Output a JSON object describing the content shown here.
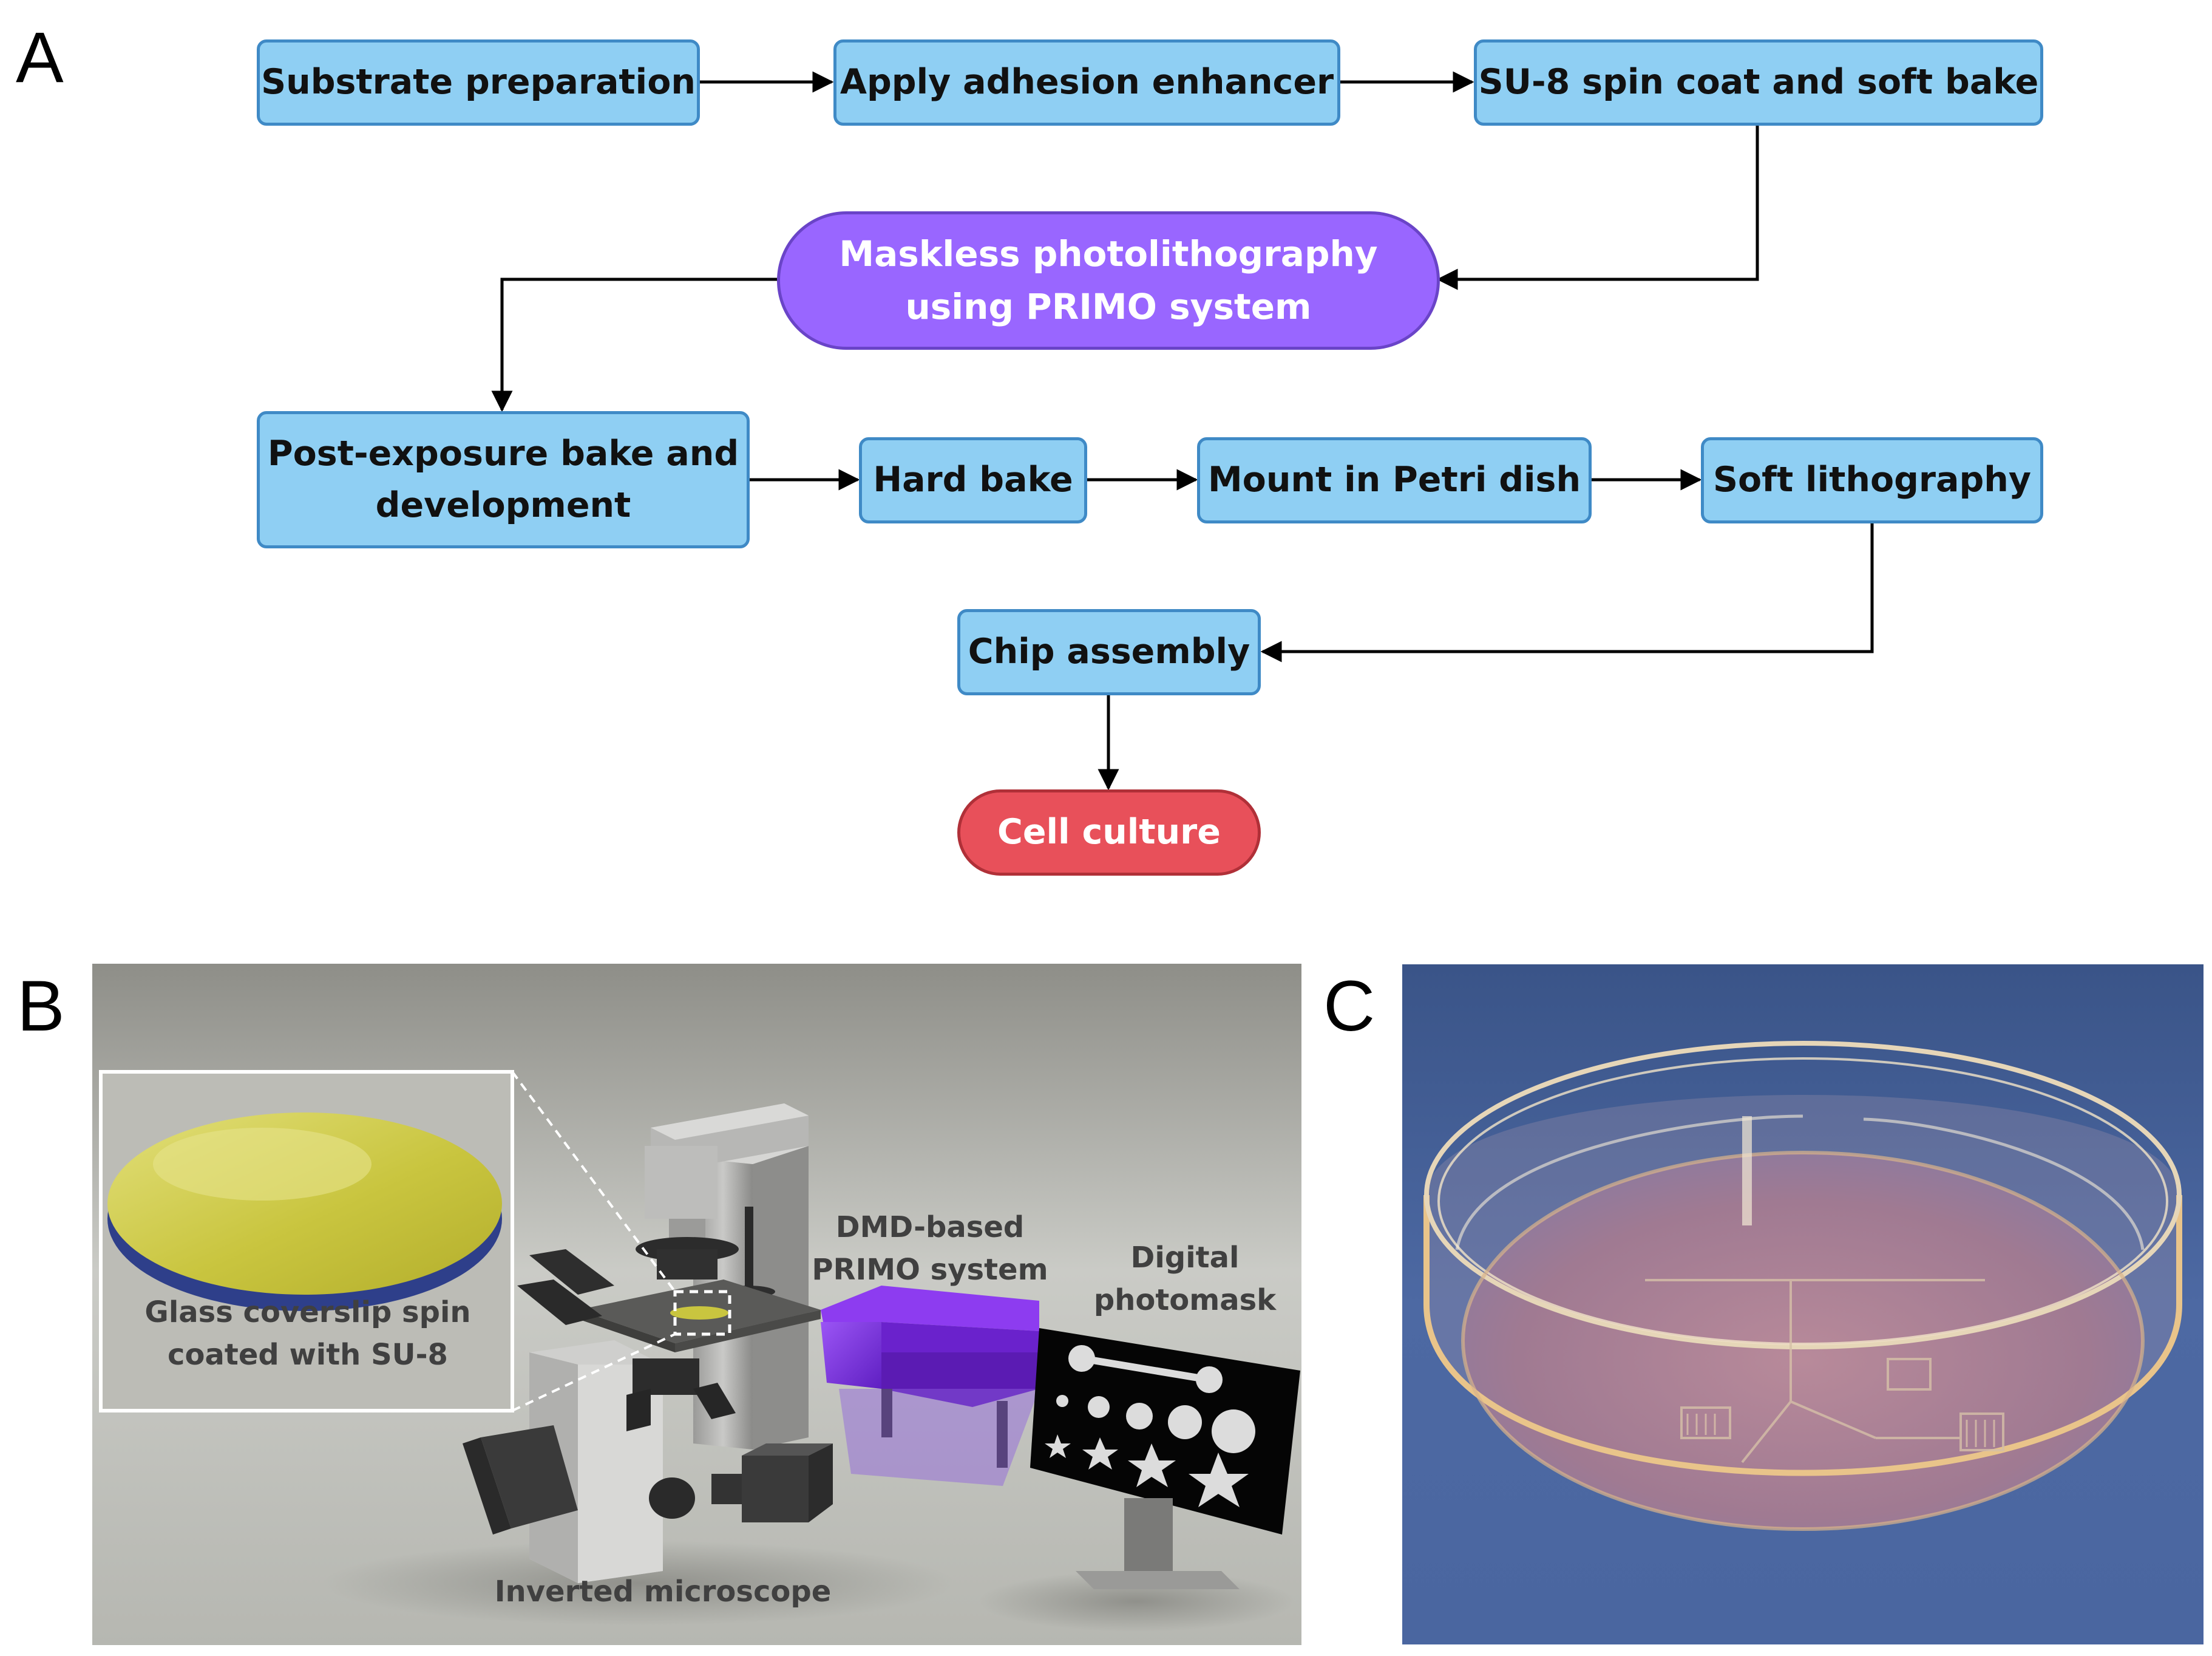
{
  "panels": {
    "a": "A",
    "b": "B",
    "c": "C"
  },
  "flow": {
    "substrate": "Substrate preparation",
    "adhesion": "Apply adhesion enhancer",
    "su8": "SU-8 spin coat and soft bake",
    "maskless_line1": "Maskless photolithography",
    "maskless_line2": "using PRIMO system",
    "post_line1": "Post-exposure bake and",
    "post_line2": "development",
    "hard_bake": "Hard bake",
    "mount": "Mount in Petri dish",
    "soft_litho": "Soft lithography",
    "chip": "Chip assembly",
    "cell": "Cell culture"
  },
  "panel_b": {
    "coverslip_line1": "Glass coverslip spin",
    "coverslip_line2": "coated with SU-8",
    "dmd_line1": "DMD-based",
    "dmd_line2": "PRIMO system",
    "digital_line1": "Digital",
    "digital_line2": "photomask",
    "microscope": "Inverted microscope"
  },
  "colors": {
    "box_fill": "#8fcff3",
    "box_border": "#3f8ac6",
    "photolithography": "#9966ff",
    "cell_culture": "#e8505a",
    "su8_layer": "#d8d45a",
    "glass_layer": "#2e3f8a",
    "primo_purple": "#7a30e6"
  }
}
